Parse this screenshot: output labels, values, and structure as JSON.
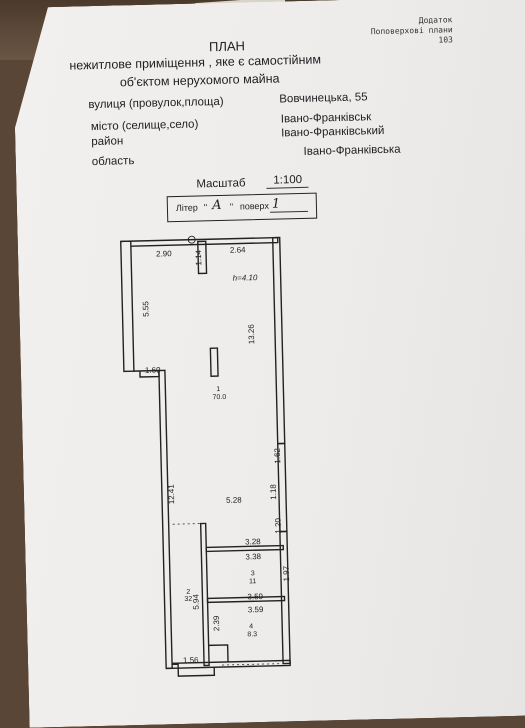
{
  "appendix": {
    "line1": "Додаток",
    "line2": "Поповерхові плани",
    "line3": "103"
  },
  "title": "ПЛАН",
  "subtitle1": "нежитлове приміщення , яке є самостійним",
  "subtitle2": "об'єктом нерухомого майна",
  "address": [
    {
      "label": "вулиця (провулок,площа)",
      "value": "Вовчинецька, 55"
    },
    {
      "label": "місто (селище,село)",
      "value": "Івано-Франківськ"
    },
    {
      "label": "район",
      "value": "Івано-Франківський"
    },
    {
      "label": "область",
      "value": "Івано-Франківська"
    }
  ],
  "scale": {
    "label": "Масштаб",
    "value": "1:100"
  },
  "litera": {
    "label": "Літер",
    "letter": "А",
    "floor_label": "поверх",
    "floor": "1"
  },
  "plan": {
    "dims": {
      "d290": "2.90",
      "d264": "2.64",
      "d114": "1.14",
      "height": "h=4.10",
      "d555": "5.55",
      "d1326": "13.26",
      "d160": "1.60",
      "room1_no": "1",
      "room1_area": "70.0",
      "d162": "1.62",
      "d1241": "12.41",
      "d528": "5.28",
      "d118": "1.18",
      "d120": "1.20",
      "d328": "3.28",
      "d338": "3.38",
      "room3_no": "3",
      "room3_area": "11",
      "d197": "1.97",
      "room2_no": "2",
      "room2_area": "32",
      "d594": "5.94",
      "d359a": "3.59",
      "d359b": "3.59",
      "d239": "2.39",
      "room4_no": "4",
      "room4_area": "8.3",
      "d156": "1.56"
    }
  }
}
